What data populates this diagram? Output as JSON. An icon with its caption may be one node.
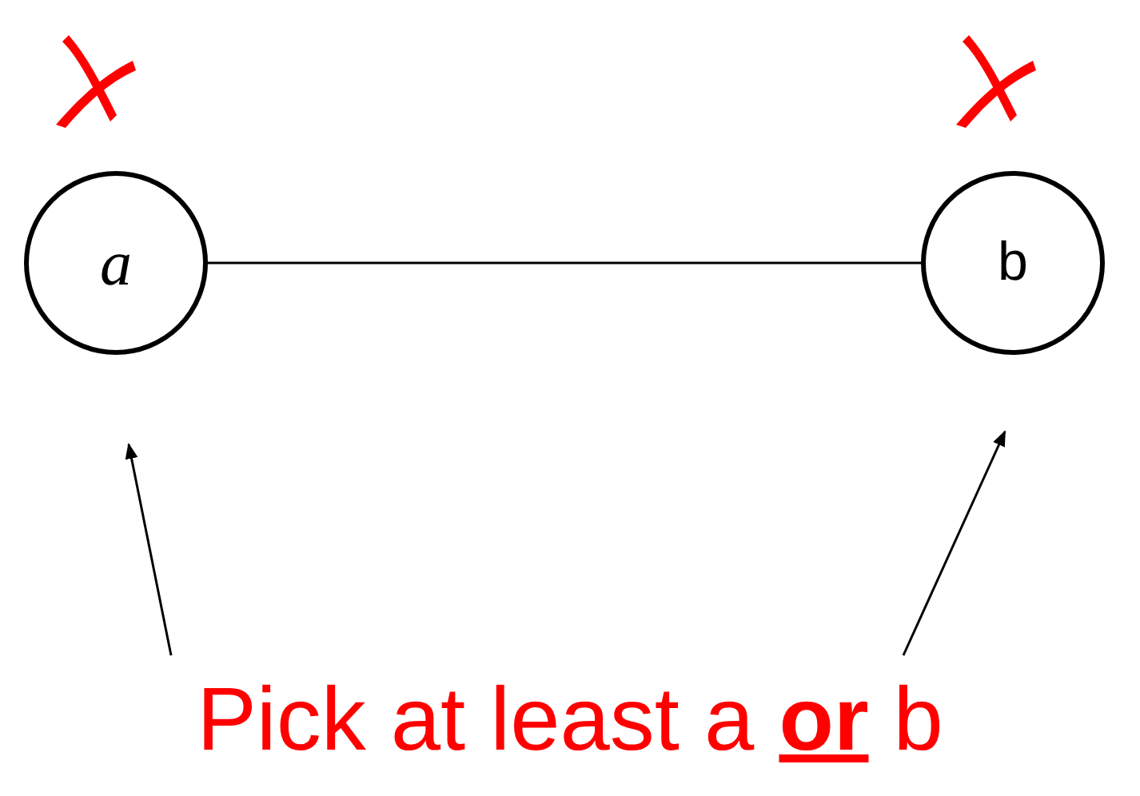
{
  "diagram": {
    "nodes": [
      {
        "text": [
          "a"
        ]
      },
      {
        "text": [
          "b"
        ]
      },
      {
        "text": [
          "Pick at least a **or** b"
        ]
      }
    ],
    "edges": [
      {
        "from": 0,
        "to": 1,
        "arrow": "none"
      },
      {
        "from": 2,
        "to": 0,
        "arrow": "to"
      },
      {
        "from": 2,
        "to": 1,
        "arrow": "to"
      }
    ]
  }
}
